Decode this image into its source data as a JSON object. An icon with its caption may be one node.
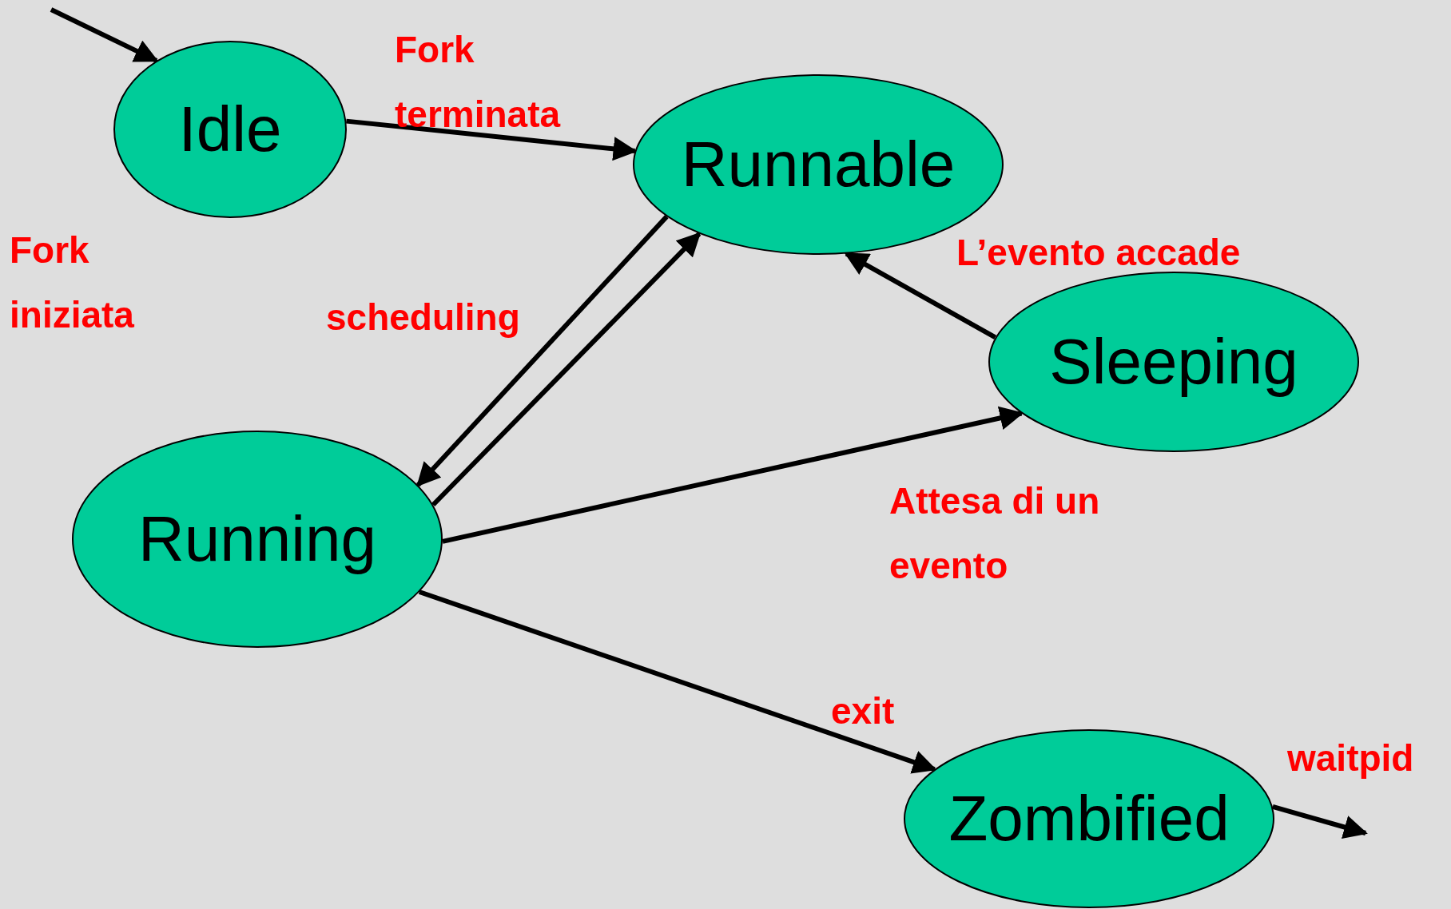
{
  "diagram": {
    "nodes": [
      {
        "text": [
          "Idle"
        ]
      },
      {
        "text": [
          "Runnable"
        ]
      },
      {
        "text": [
          "Sleeping"
        ]
      },
      {
        "text": [
          "Running"
        ]
      },
      {
        "text": [
          "Zombified"
        ]
      }
    ],
    "edges": [
      {
        "from": null,
        "to": 0,
        "arrow": "to"
      },
      {
        "from": 0,
        "to": 1,
        "arrow": "to",
        "label": "Fork terminata"
      },
      {
        "from": 1,
        "to": 3,
        "arrow": "to",
        "label": "scheduling"
      },
      {
        "from": 3,
        "to": 1,
        "arrow": "to"
      },
      {
        "from": 2,
        "to": 1,
        "arrow": "to",
        "label": "L’evento accade"
      },
      {
        "from": 3,
        "to": 2,
        "arrow": "to",
        "label": "Attesa di un evento"
      },
      {
        "from": 3,
        "to": 4,
        "arrow": "to",
        "label": "exit"
      },
      {
        "from": 4,
        "to": null,
        "arrow": "to",
        "label": "waitpid"
      }
    ],
    "labels": [
      "Fork iniziata"
    ]
  }
}
